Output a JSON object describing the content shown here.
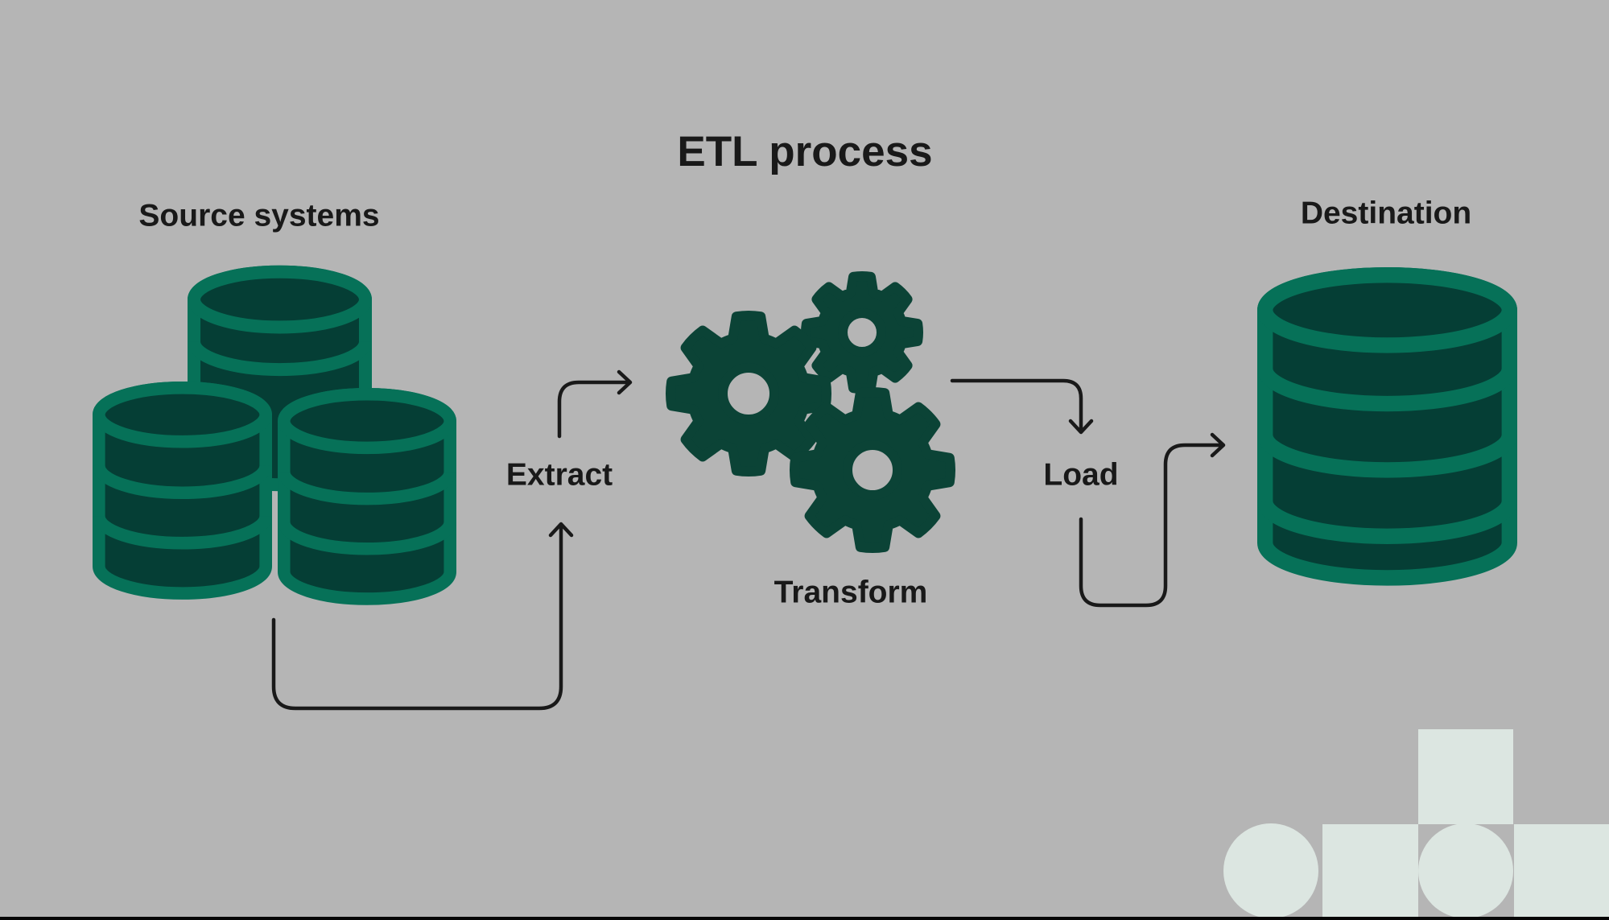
{
  "title": "ETL process",
  "diagram": {
    "source": {
      "label": "Source systems",
      "icon": "database-stack-icon"
    },
    "extract": {
      "label": "Extract"
    },
    "transform": {
      "label": "Transform",
      "icon": "gears-icon"
    },
    "load": {
      "label": "Load"
    },
    "destination": {
      "label": "Destination",
      "icon": "database-icon"
    }
  },
  "decor_shapes": [
    "square",
    "circle",
    "square",
    "circle",
    "square"
  ],
  "colors": {
    "background": "#b5b5b5",
    "ink": "#191919",
    "green": "#067158",
    "green-dark": "#053e35",
    "gear-green": "#0b4336",
    "decor": "#dce6e1",
    "edge": "#060606"
  }
}
